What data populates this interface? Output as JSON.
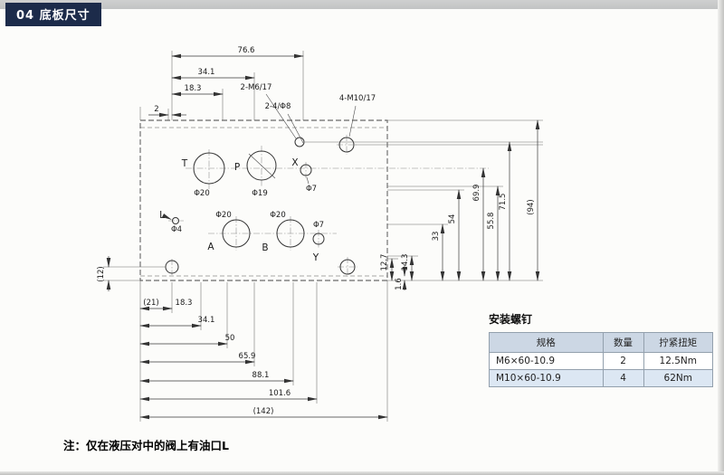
{
  "header": {
    "title": "04 底板尺寸"
  },
  "drawing": {
    "callouts": {
      "m6": "2-M6/17",
      "phi8": "2-4/Φ8",
      "m10": "4-M10/17"
    },
    "ports": {
      "T": "T",
      "P": "P",
      "X": "X",
      "L": "L",
      "A": "A",
      "B": "B",
      "Y": "Y"
    },
    "dia": {
      "t": "Φ20",
      "p": "Φ19",
      "x": "Φ7",
      "l": "Φ4",
      "a": "Φ20",
      "b": "Φ20",
      "y": "Φ7"
    },
    "dims": {
      "t766": "76.6",
      "t341": "34.1",
      "t183": "18.3",
      "t2": "2",
      "b21": "(21)",
      "b183": "18.3",
      "b341": "34.1",
      "b50": "50",
      "b659": "65.9",
      "b881": "88.1",
      "b1016": "101.6",
      "b142": "(142)",
      "l12": "(12)",
      "r127": "12.7",
      "r143": "14.3",
      "r16": "1.6",
      "r33": "33",
      "r54": "54",
      "r558": "55.8",
      "r699": "69.9",
      "r715": "71.5",
      "r94": "(94)"
    }
  },
  "table": {
    "title": "安装螺钉",
    "headers": [
      "规格",
      "数量",
      "拧紧扭矩"
    ],
    "rows": [
      {
        "spec": "M6×60-10.9",
        "qty": "2",
        "torque": "12.5Nm"
      },
      {
        "spec": "M10×60-10.9",
        "qty": "4",
        "torque": "62Nm"
      }
    ]
  },
  "note": {
    "text": "注：仅在液压对中的阀上有油口L"
  }
}
